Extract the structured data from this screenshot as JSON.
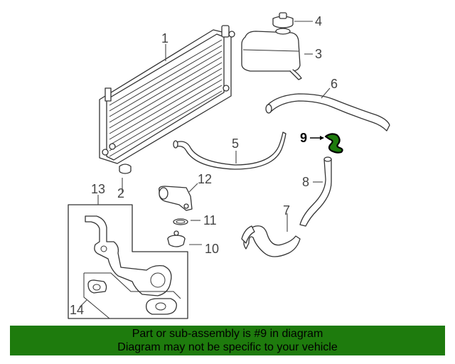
{
  "callouts": {
    "c1": "1",
    "c2": "2",
    "c3": "3",
    "c4": "4",
    "c5": "5",
    "c6": "6",
    "c7": "7",
    "c8": "8",
    "c9": "9",
    "c10": "10",
    "c11": "11",
    "c12": "12",
    "c13": "13",
    "c14": "14"
  },
  "highlighted_part": "9",
  "colors": {
    "banner_bg": "#1e7b0d",
    "highlight": "#1e7b0d",
    "line": "#333333"
  },
  "banner": {
    "line1": "Part or sub-assembly is #9 in diagram",
    "line2": "Diagram may not be specific to your vehicle"
  }
}
